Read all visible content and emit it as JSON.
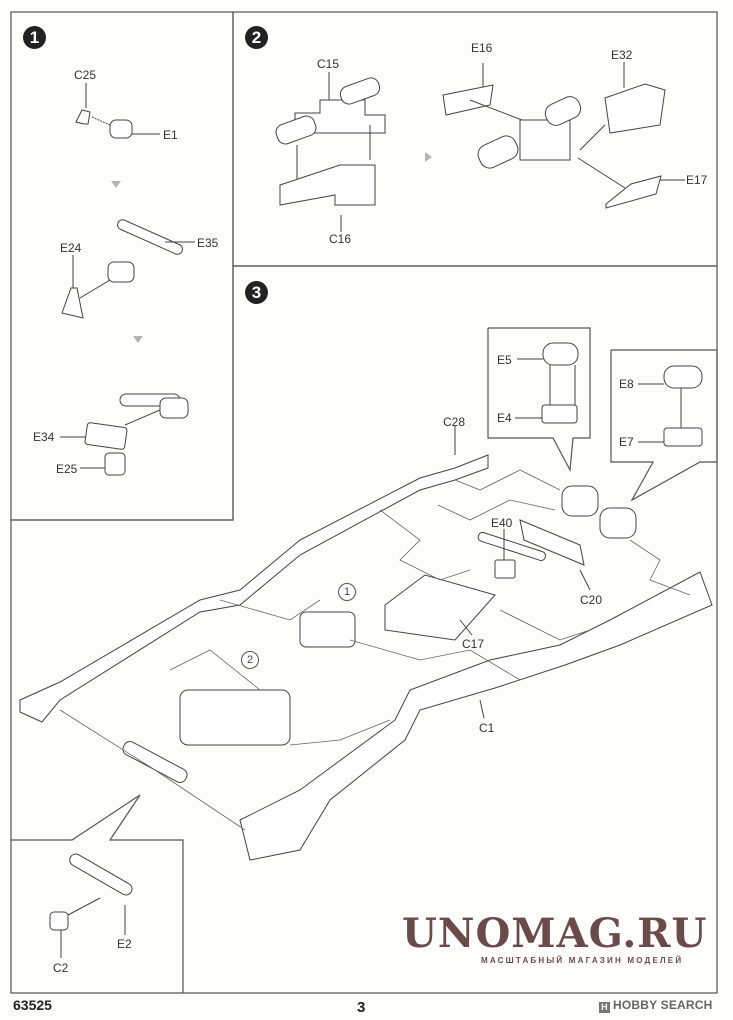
{
  "page": {
    "kit_number": "63525",
    "page_number": "3",
    "publisher_watermark": "HOBBY SEARCH",
    "shop_watermark": {
      "title": "UNOMAG.RU",
      "subtitle": "МАСШТАБНЫЙ МАГАЗИН МОДЕЛЕЙ",
      "color": "#6b4a4a"
    }
  },
  "steps": [
    {
      "number": "1",
      "parts": [
        "C25",
        "E1",
        "E24",
        "E35",
        "E34",
        "E25"
      ],
      "labels": {
        "c25": "C25",
        "e1": "E1",
        "e24": "E24",
        "e35": "E35",
        "e34": "E34",
        "e25": "E25"
      }
    },
    {
      "number": "2",
      "parts": [
        "C15",
        "C16",
        "E16",
        "E32",
        "E17"
      ],
      "labels": {
        "c15": "C15",
        "c16": "C16",
        "e16": "E16",
        "e32": "E32",
        "e17": "E17"
      }
    },
    {
      "number": "3",
      "parts": [
        "C28",
        "E5",
        "E4",
        "E8",
        "E7",
        "E40",
        "C20",
        "C17",
        "C1",
        "E2",
        "C2"
      ],
      "labels": {
        "c28": "C28",
        "e5": "E5",
        "e4": "E4",
        "e8": "E8",
        "e7": "E7",
        "e40": "E40",
        "c20": "C20",
        "c17": "C17",
        "c1": "C1",
        "e2": "E2",
        "c2": "C2"
      },
      "subassembly_refs": [
        "1",
        "2"
      ]
    }
  ],
  "colors": {
    "line": "#4a4a4a",
    "step_badge": "#222222",
    "arrow_gray": "#b5b5b5"
  }
}
